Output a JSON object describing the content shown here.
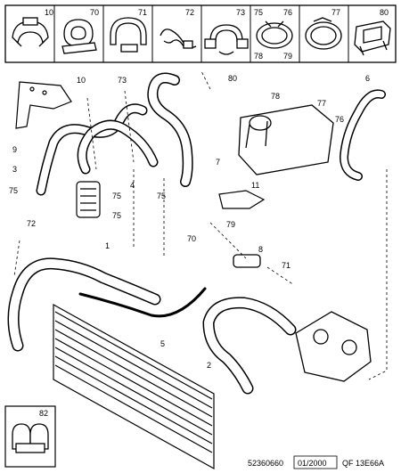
{
  "clip_panel": {
    "top": [
      {
        "num": "10",
        "icon": "hose-clamp-icon"
      },
      {
        "num": "70",
        "icon": "hose-clip-icon"
      },
      {
        "num": "71",
        "icon": "hose-bracket-icon"
      },
      {
        "num": "72",
        "icon": "wire-clip-icon"
      },
      {
        "num": "73",
        "icon": "saddle-clip-icon"
      },
      {
        "nums": [
          "75",
          "76",
          "78",
          "79"
        ],
        "icon": "spring-clip-icon"
      },
      {
        "num": "77",
        "icon": "band-clamp-icon"
      },
      {
        "num": "80",
        "icon": "connector-clip-icon"
      }
    ],
    "bottom": {
      "num": "82",
      "icon": "double-clip-icon"
    }
  },
  "callouts": {
    "c1": "1",
    "c2": "2",
    "c3": "3",
    "c4": "4",
    "c5": "5",
    "c6": "6",
    "c7": "7",
    "c8": "8",
    "c9": "9",
    "c10": "10",
    "c11": "11",
    "c70": "70",
    "c71": "71",
    "c72": "72",
    "c73": "73",
    "c75a": "75",
    "c75b": "75",
    "c75c": "75",
    "c75d": "75",
    "c76": "76",
    "c77": "77",
    "c78": "78",
    "c79": "79",
    "c80": "80"
  },
  "footer": {
    "ref": "52360660",
    "date": "01/2000",
    "code": "QF 13E66A"
  }
}
